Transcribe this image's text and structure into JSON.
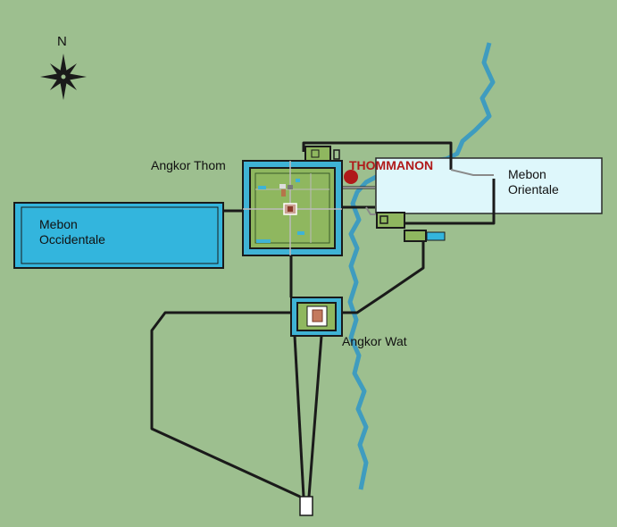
{
  "compass": {
    "label": "N"
  },
  "places": {
    "angkor_thom": "Angkor Thom",
    "angkor_wat": "Angkor Wat",
    "thommanon": "THOMMANON",
    "mebon_occidentale_line1": "Mebon",
    "mebon_occidentale_line2": "Occidentale",
    "mebon_orientale_line1": "Mebon",
    "mebon_orientale_line2": "Orientale"
  },
  "colors": {
    "land": "#9dbf8f",
    "baray_west": "#33b5dd",
    "baray_east": "#def7fb",
    "river": "#3f9cbf",
    "moat": "#3fb3d5",
    "enclosure": "#8fb75f",
    "road": "#1a1a1a",
    "highlight": "#b01a1a"
  }
}
